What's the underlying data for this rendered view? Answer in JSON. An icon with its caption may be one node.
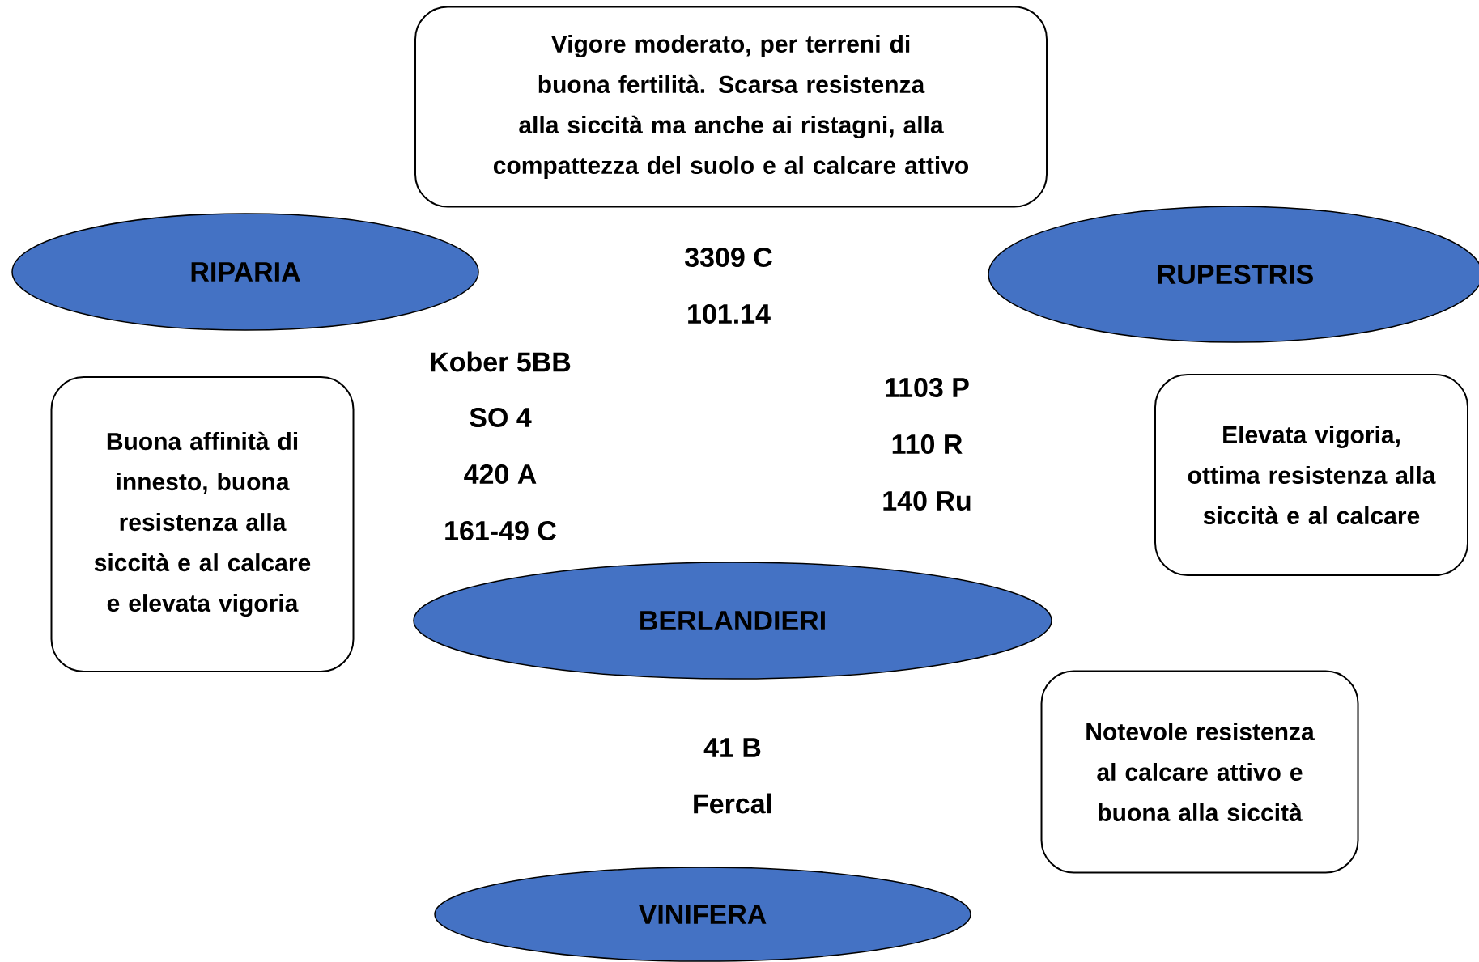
{
  "diagram": {
    "nodes": [
      {
        "text": [
          "Vigore moderato, per terreni di buona fertilità. Scarsa resistenza alla siccità ma anche ai ristagni, alla compattezza del suolo e al calcare attivo"
        ]
      },
      {
        "text": [
          "RIPARIA"
        ]
      },
      {
        "text": [
          "RUPESTRIS"
        ]
      },
      {
        "text": [
          "Buona affinità di innesto, buona resistenza alla siccità e al calcare e elevata vigoria"
        ]
      },
      {
        "text": [
          "Elevata vigoria, ottima resistenza alla siccità e al calcare"
        ]
      },
      {
        "text": [
          "BERLANDIERI"
        ]
      },
      {
        "text": [
          "Notevole resistenza al calcare attivo e buona alla siccità"
        ]
      },
      {
        "text": [
          "VINIFERA"
        ]
      }
    ],
    "labels": [
      "3309 C",
      "101.14",
      "Kober 5BB",
      "SO 4",
      "420 A",
      "161-49 C",
      "1103 P",
      "110 R",
      "140 Ru",
      "41 B",
      "Fercal"
    ]
  }
}
